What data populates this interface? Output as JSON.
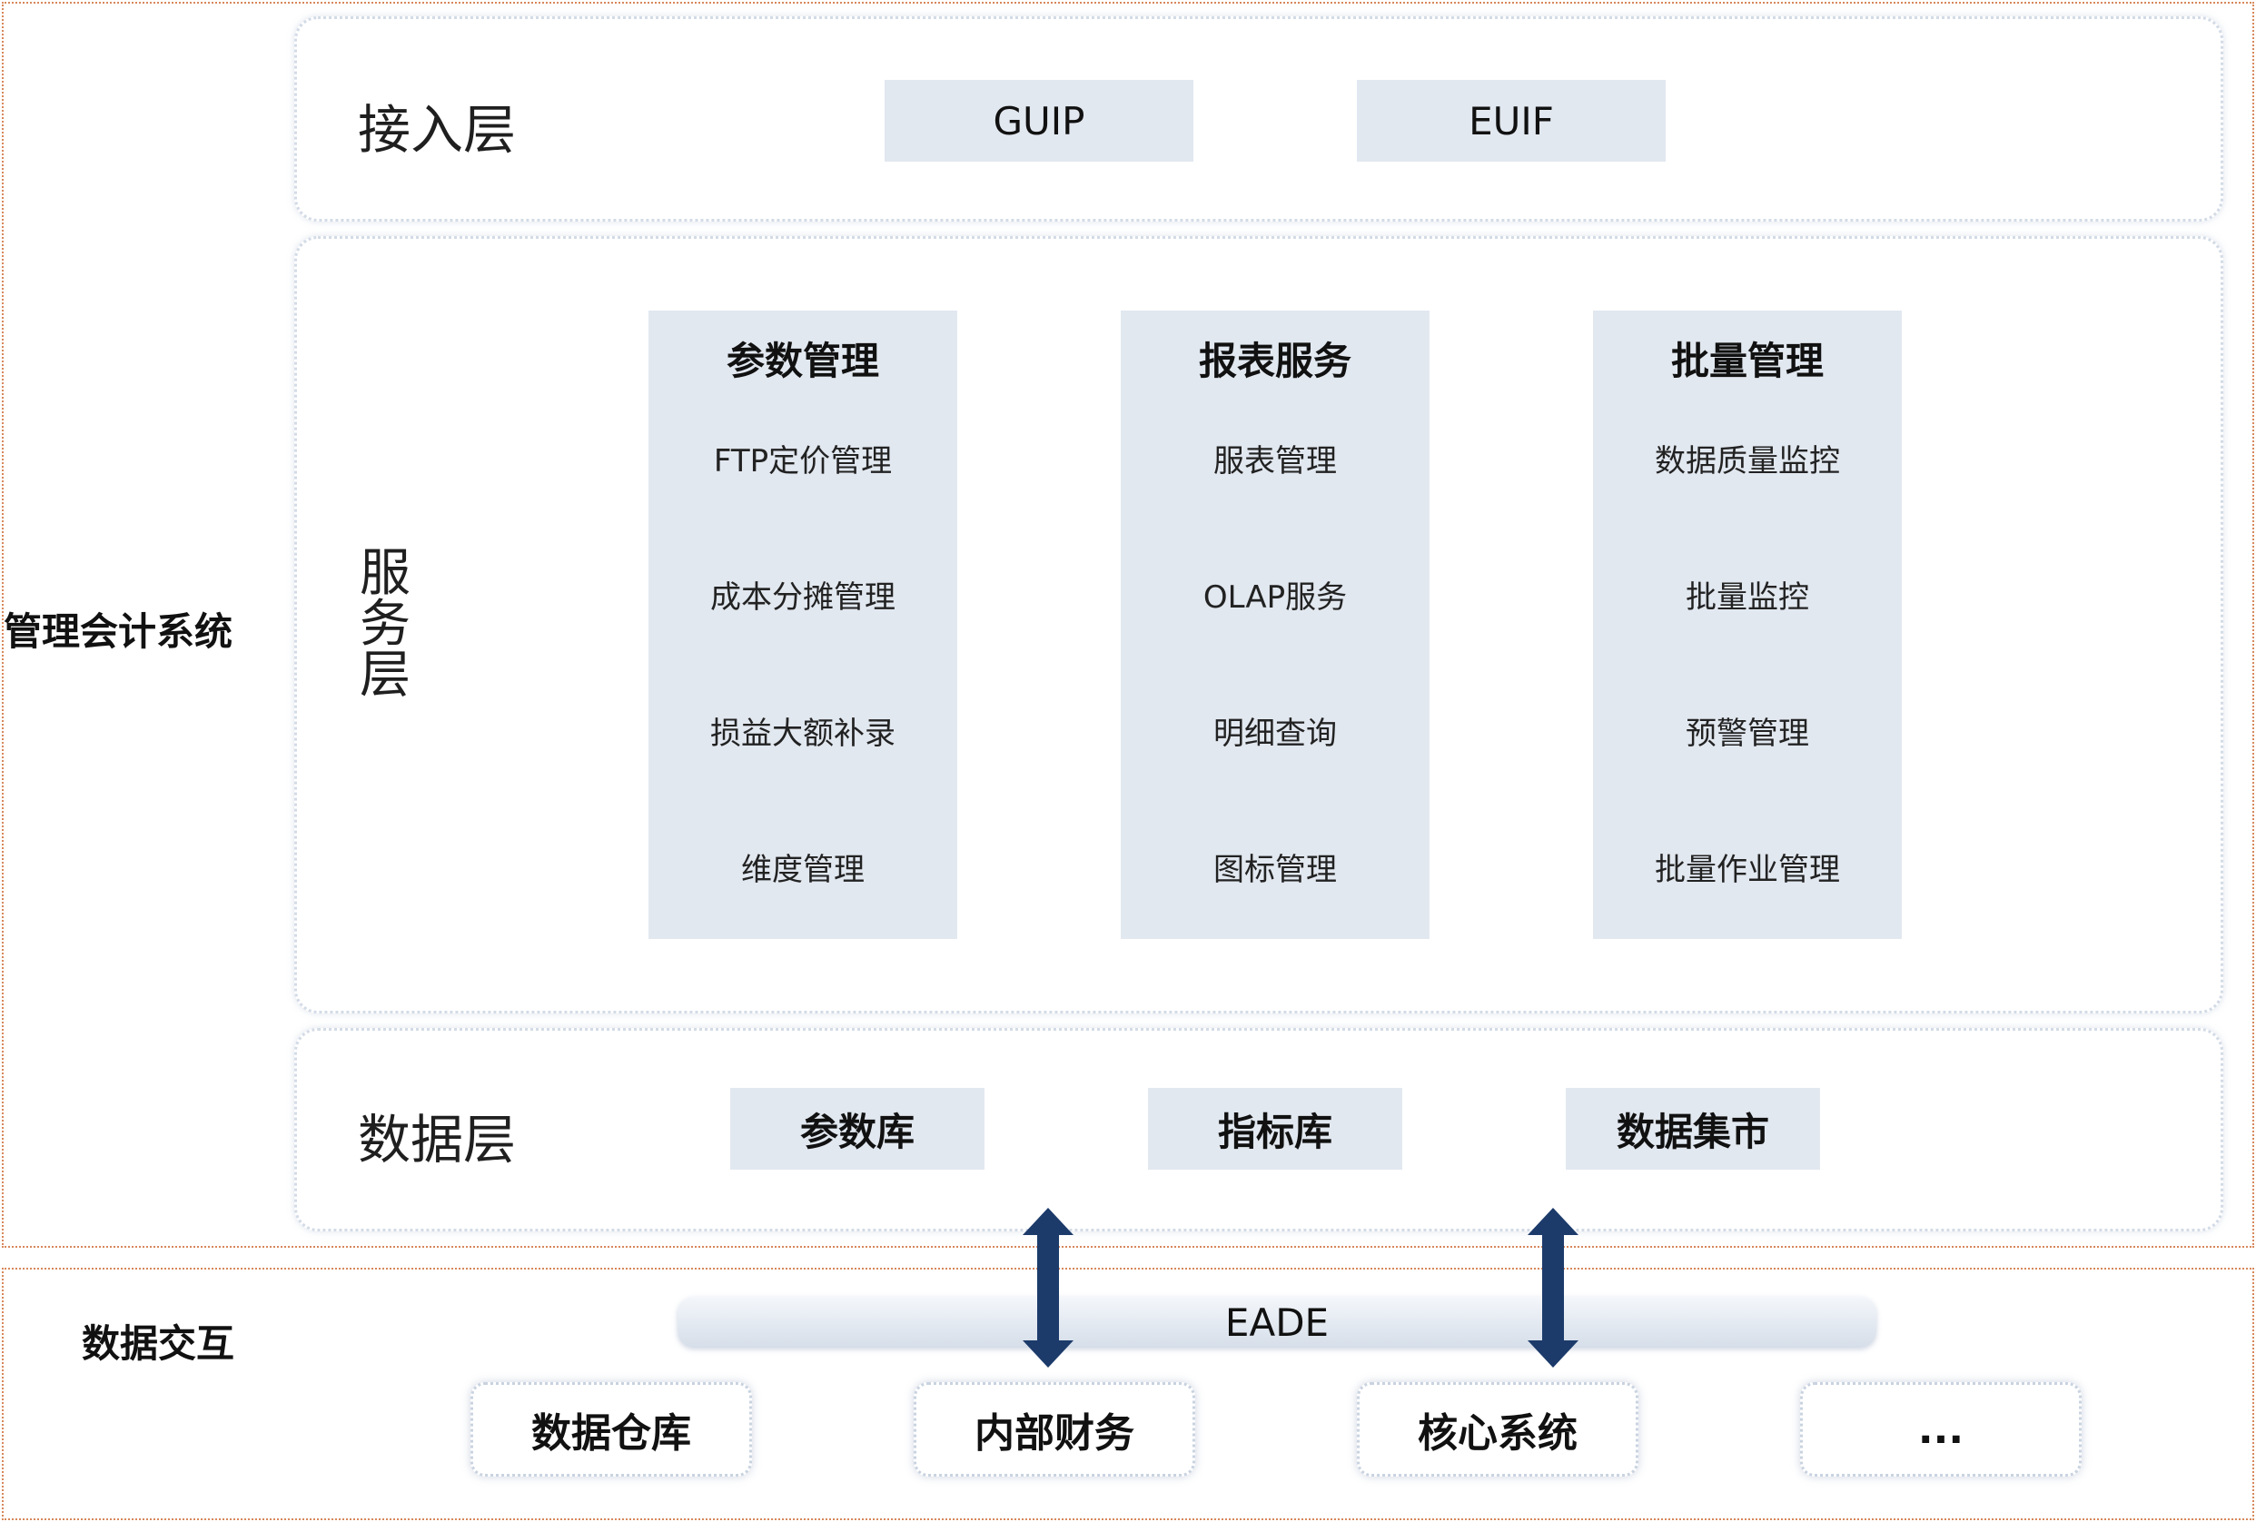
{
  "system_title": "管理会计系统",
  "access_layer": {
    "label": "接入层",
    "items": [
      "GUIP",
      "EUIF"
    ]
  },
  "service_layer": {
    "label": "服务层",
    "columns": [
      {
        "title": "参数管理",
        "items": [
          "FTP定价管理",
          "成本分摊管理",
          "损益大额补录",
          "维度管理"
        ]
      },
      {
        "title": "报表服务",
        "items": [
          "服表管理",
          "OLAP服务",
          "明细查询",
          "图标管理"
        ]
      },
      {
        "title": "批量管理",
        "items": [
          "数据质量监控",
          "批量监控",
          "预警管理",
          "批量作业管理"
        ]
      }
    ]
  },
  "data_layer": {
    "label": "数据层",
    "items": [
      "参数库",
      "指标库",
      "数据集市"
    ]
  },
  "data_exchange": {
    "label": "数据交互",
    "bus": "EADE",
    "sources": [
      "数据仓库",
      "内部财务",
      "核心系统",
      "..."
    ]
  },
  "colors": {
    "frame_border": "#d8875a",
    "panel_border": "#d3dbe6",
    "box_fill": "#e2e8f0",
    "arrow_fill": "#1c3b6b"
  }
}
